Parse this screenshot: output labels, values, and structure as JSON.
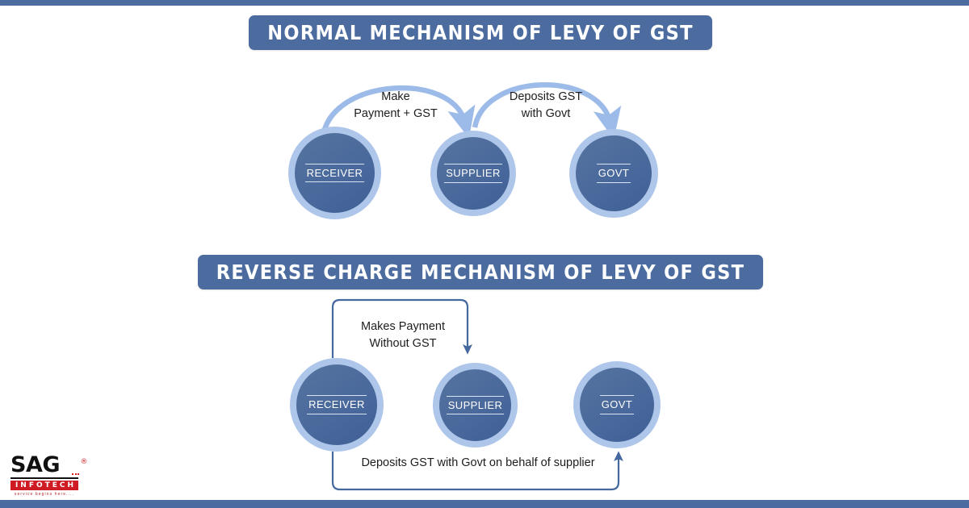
{
  "page": {
    "accent_color": "#4c6ca0",
    "ring_color": "#aec6ea",
    "arc_color": "#9dbbe8",
    "connector_color": "#45689e",
    "text_color": "#1d1d1d"
  },
  "sections": {
    "normal": {
      "title": "NORMAL MECHANISM OF LEVY OF GST",
      "nodes": [
        {
          "label": "RECEIVER"
        },
        {
          "label": "SUPPLIER"
        },
        {
          "label": "GOVT"
        }
      ],
      "connectors": [
        {
          "label": "Make\nPayment + GST",
          "from": "RECEIVER",
          "to": "SUPPLIER",
          "style": "arc"
        },
        {
          "label": "Deposits GST\nwith Govt",
          "from": "SUPPLIER",
          "to": "GOVT",
          "style": "arc"
        }
      ]
    },
    "reverse": {
      "title": "REVERSE CHARGE MECHANISM OF LEVY OF GST",
      "nodes": [
        {
          "label": "RECEIVER"
        },
        {
          "label": "SUPPLIER"
        },
        {
          "label": "GOVT"
        }
      ],
      "connectors": [
        {
          "label": "Makes Payment\nWithout GST",
          "from": "RECEIVER",
          "to": "SUPPLIER",
          "style": "elbow-top"
        },
        {
          "label": "Deposits GST with Govt on behalf of supplier",
          "from": "RECEIVER",
          "to": "GOVT",
          "style": "elbow-bottom"
        }
      ]
    }
  },
  "logo": {
    "name": "SAG",
    "registered": "®",
    "subtitle": "INFOTECH",
    "tagline": "service begins here...."
  }
}
